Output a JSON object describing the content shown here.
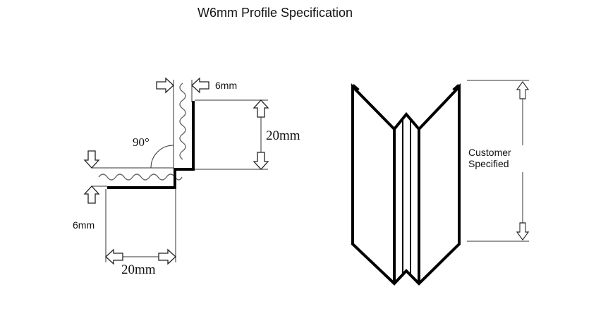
{
  "title": "W6mm Profile Specification",
  "cross_section": {
    "thickness_top_label": "6mm",
    "height_label": "20mm",
    "angle_label": "90°",
    "thickness_left_label": "6mm",
    "width_label": "20mm"
  },
  "corner_view": {
    "length_label_line1": "Customer",
    "length_label_line2": "Specified"
  },
  "colors": {
    "profile": "#000000",
    "lines": "#333333",
    "background": "#ffffff"
  }
}
